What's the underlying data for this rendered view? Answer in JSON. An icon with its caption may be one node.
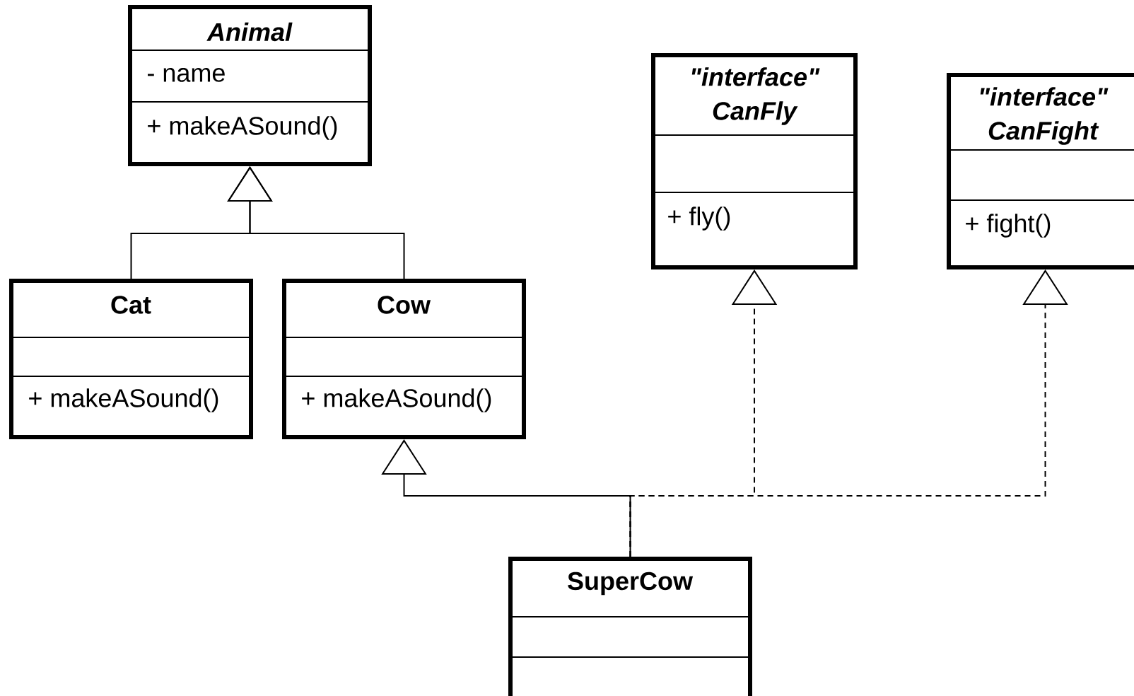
{
  "diagram": {
    "nodes": [
      {
        "text": [
          "Animal",
          "- name",
          "+ makeASound()"
        ]
      },
      {
        "text": [
          "Cat",
          "+ makeASound()"
        ]
      },
      {
        "text": [
          "Cow",
          "+ makeASound()"
        ]
      },
      {
        "text": [
          "\"interface\" CanFly",
          "+ fly()"
        ]
      },
      {
        "text": [
          "\"interface\" CanFight",
          "+ fight()"
        ]
      },
      {
        "text": [
          "SuperCow"
        ]
      }
    ],
    "edges": [
      {
        "from": 1,
        "to": 0,
        "arrow": "to"
      },
      {
        "from": 2,
        "to": 0,
        "arrow": "to"
      },
      {
        "from": 5,
        "to": 2,
        "arrow": "to"
      },
      {
        "from": 5,
        "to": 3,
        "arrow": "to",
        "style": "dashed"
      },
      {
        "from": 5,
        "to": 4,
        "arrow": "to",
        "style": "dashed"
      }
    ]
  }
}
